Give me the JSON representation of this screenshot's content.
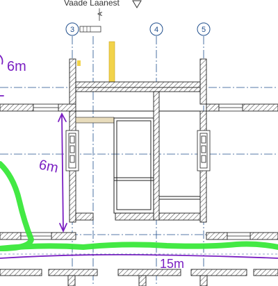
{
  "title": "Vaade Laanest",
  "view_marker": "A",
  "axes": [
    "3",
    "4",
    "5"
  ],
  "annotations": {
    "top_left_partial": "6m",
    "vertical_dimension": "6m",
    "horizontal_dimension": "15m"
  },
  "colors": {
    "line": "#1f1f1f",
    "axis_line": "#1f4e8c",
    "hatch": "#555555",
    "pen_purple": "#7a1fc2",
    "highlighter_green": "#39e83a",
    "highlighter_yellow": "#f2d34a",
    "beam_fill": "#e8dcbc"
  }
}
